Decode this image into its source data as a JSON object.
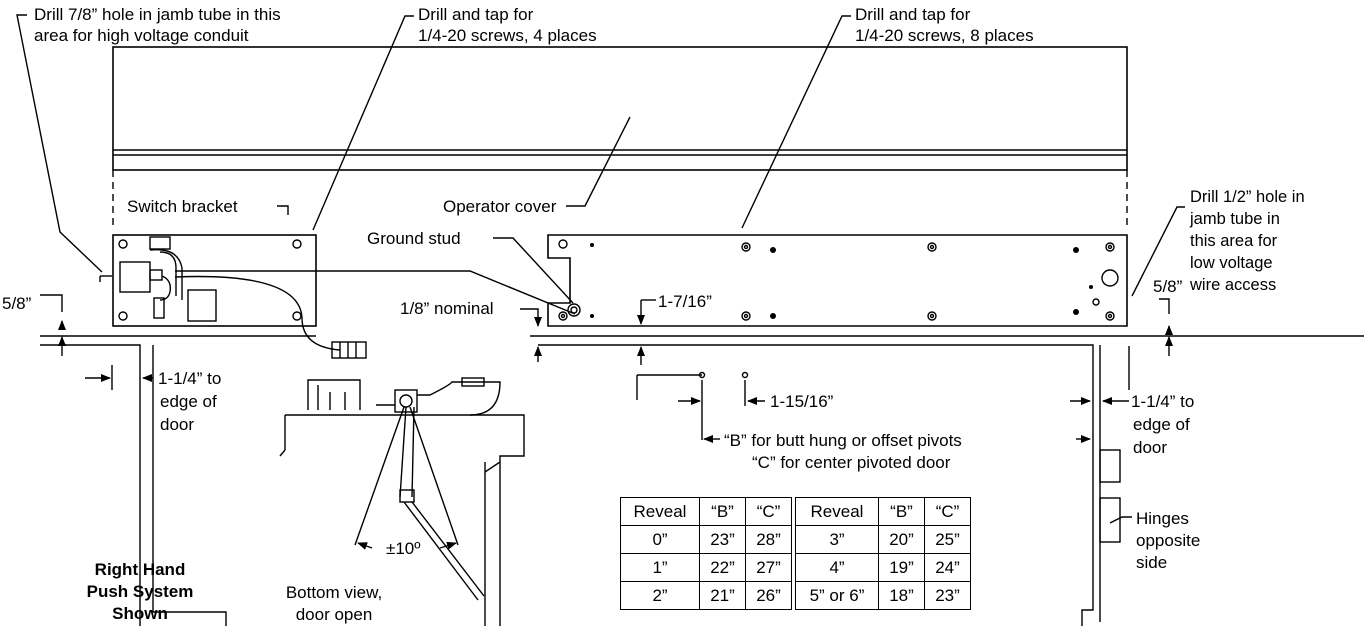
{
  "notes": {
    "drill_78_line1": "Drill 7/8” hole in jamb tube in this",
    "drill_78_line2": "area for high voltage conduit",
    "tap4_line1": "Drill and tap for",
    "tap4_line2": "1/4-20 screws, 4 places",
    "tap8_line1": "Drill and tap for",
    "tap8_line2": "1/4-20 screws, 8 places",
    "drill_12_line1": "Drill 1/2” hole in",
    "drill_12_line2": "jamb tube in",
    "drill_12_line3": "this area for",
    "drill_12_line4": "low voltage",
    "drill_12_line5": "wire access"
  },
  "labels": {
    "switch_bracket": "Switch bracket",
    "operator_cover": "Operator cover",
    "ground_stud": "Ground stud",
    "nominal": "1/8” nominal",
    "hinges_line1": "Hinges",
    "hinges_line2": "opposite",
    "hinges_line3": "side"
  },
  "dimensions": {
    "left_58": "5/8”",
    "right_58": "5/8”",
    "d_1_7_16": "1-7/16”",
    "d_1_15_16": "1-15/16”",
    "left_114_line1": "1-1/4” to",
    "left_114_line2": "edge of",
    "left_114_line3": "door",
    "right_114_line1": "1-1/4” to",
    "right_114_line2": "edge of",
    "right_114_line3": "door",
    "b_dim": "“B” for butt hung or offset pivots",
    "c_dim": "“C” for center pivoted door",
    "angle": "±10º"
  },
  "captions": {
    "hand_line1": "Right Hand",
    "hand_line2": "Push System",
    "hand_line3": "Shown",
    "view_line1": "Bottom view,",
    "view_line2": "door open"
  },
  "table": {
    "headers": [
      "Reveal",
      "“B”",
      "“C”",
      "Reveal",
      "“B”",
      "“C”"
    ],
    "rows": [
      [
        "0”",
        "23”",
        "28”",
        "3”",
        "20”",
        "25”"
      ],
      [
        "1”",
        "22”",
        "27”",
        "4”",
        "19”",
        "24”"
      ],
      [
        "2”",
        "21”",
        "26”",
        "5” or 6”",
        "18”",
        "23”"
      ]
    ]
  }
}
